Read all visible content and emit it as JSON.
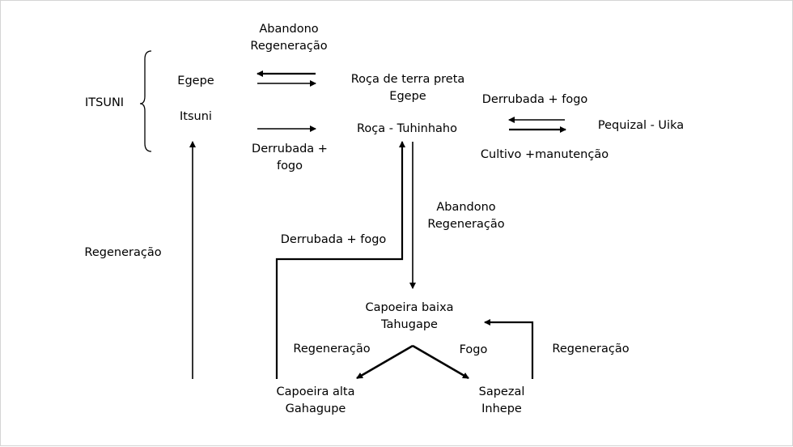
{
  "diagram": {
    "root": "ITSUNI",
    "egepe": "Egepe",
    "itsuni": "Itsuni",
    "roca_terra_preta": [
      "Roça de terra preta",
      "Egepe"
    ],
    "roca_tuhinhaho": "Roça - Tuhinhaho",
    "pequizal": "Pequizal - Uika",
    "capoeira_baixa": [
      "Capoeira baixa",
      "Tahugape"
    ],
    "capoeira_alta": [
      "Capoeira alta",
      "Gahagupe"
    ],
    "sapezal": [
      "Sapezal",
      "Inhepe"
    ]
  },
  "edges": {
    "abandono_regeneracao_top": [
      "Abandono",
      "Regeneração"
    ],
    "derrubada_fogo_left": [
      "Derrubada +",
      "fogo"
    ],
    "derrubada_fogo_right": "Derrubada + fogo",
    "cultivo_manutencao": "Cultivo +manutenção",
    "abandono_regeneracao_mid": [
      "Abandono",
      "Regeneração"
    ],
    "derrubada_fogo_mid": "Derrubada + fogo",
    "regeneracao_left": "Regeneração",
    "regeneracao_capoeira": "Regeneração",
    "fogo": "Fogo",
    "regeneracao_sapezal": "Regeneração"
  }
}
